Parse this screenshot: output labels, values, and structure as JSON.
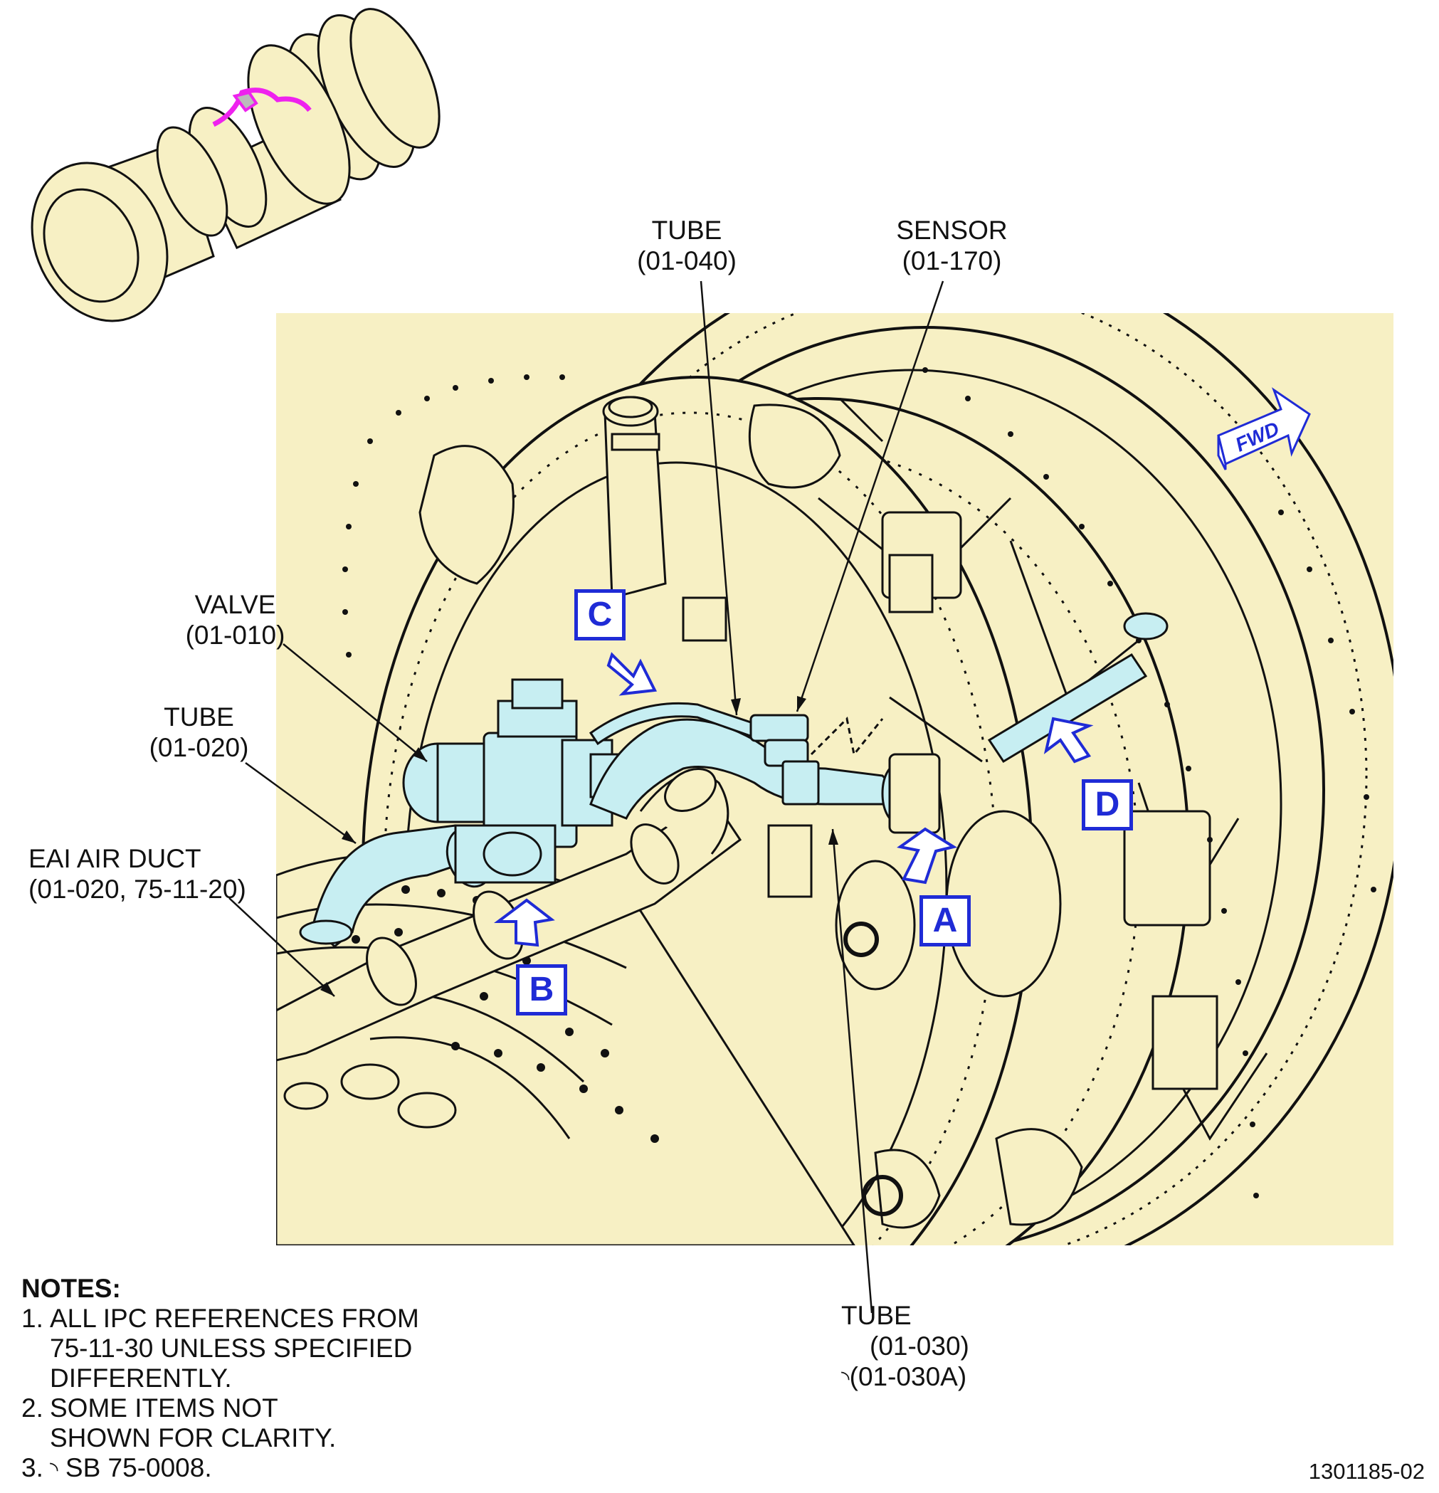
{
  "labels": {
    "tube_040": {
      "name": "TUBE",
      "ref": "(01-040)"
    },
    "sensor_170": {
      "name": "SENSOR",
      "ref": "(01-170)"
    },
    "valve_010": {
      "name": "VALVE",
      "ref": "(01-010)"
    },
    "tube_020": {
      "name": "TUBE",
      "ref": "(01-020)"
    },
    "eai_duct": {
      "name": "EAI AIR DUCT",
      "ref": "(01-020, 75-11-20)"
    },
    "tube_030": {
      "name": "TUBE",
      "ref": "(01-030)",
      "ref_sb": "(01-030A)"
    }
  },
  "views": {
    "a": "A",
    "b": "B",
    "c": "C",
    "d": "D"
  },
  "fwd": "FWD",
  "notes": {
    "heading": "NOTES:",
    "items": [
      {
        "num": "1.",
        "lines": [
          "ALL IPC REFERENCES FROM",
          "75-11-30 UNLESS SPECIFIED",
          "DIFFERENTLY."
        ]
      },
      {
        "num": "2.",
        "lines": [
          "SOME ITEMS NOT",
          "SHOWN FOR CLARITY."
        ]
      },
      {
        "num": "3.",
        "lines": [
          "SB 75-0008."
        ]
      }
    ]
  },
  "figure_id": "1301185-02",
  "colors": {
    "part": "#f7f0c4",
    "highlight": "#c7eef2",
    "callout": "#1f2bd6",
    "locator": "#ee22ee"
  }
}
